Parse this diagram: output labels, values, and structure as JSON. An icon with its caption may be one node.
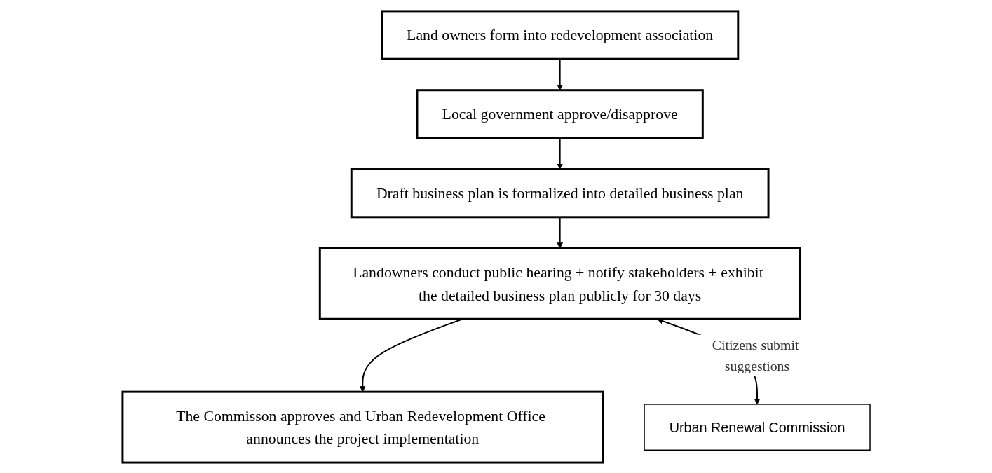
{
  "diagram": {
    "nodes": [
      {
        "text": [
          "Land owners form into redevelopment association"
        ]
      },
      {
        "text": [
          "Local government approve/disapprove"
        ]
      },
      {
        "text": [
          "Draft business plan is formalized into detailed business plan"
        ]
      },
      {
        "text": [
          "Landowners conduct public hearing + notify stakeholders + exhibit the detailed business plan publicly for 30 days"
        ]
      },
      {
        "text": [
          "The Commisson approves and Urban Redevelopment Office announces the project implementation"
        ]
      },
      {
        "text": [
          "Urban Renewal Commission"
        ]
      }
    ],
    "edges": [
      {
        "from": 0,
        "to": 1,
        "arrow": "to"
      },
      {
        "from": 1,
        "to": 2,
        "arrow": "to"
      },
      {
        "from": 2,
        "to": 3,
        "arrow": "to"
      },
      {
        "from": 3,
        "to": 4,
        "arrow": "to"
      },
      {
        "from": 3,
        "to": 5,
        "arrow": "both",
        "label": "Citizens submit suggestions"
      }
    ]
  }
}
